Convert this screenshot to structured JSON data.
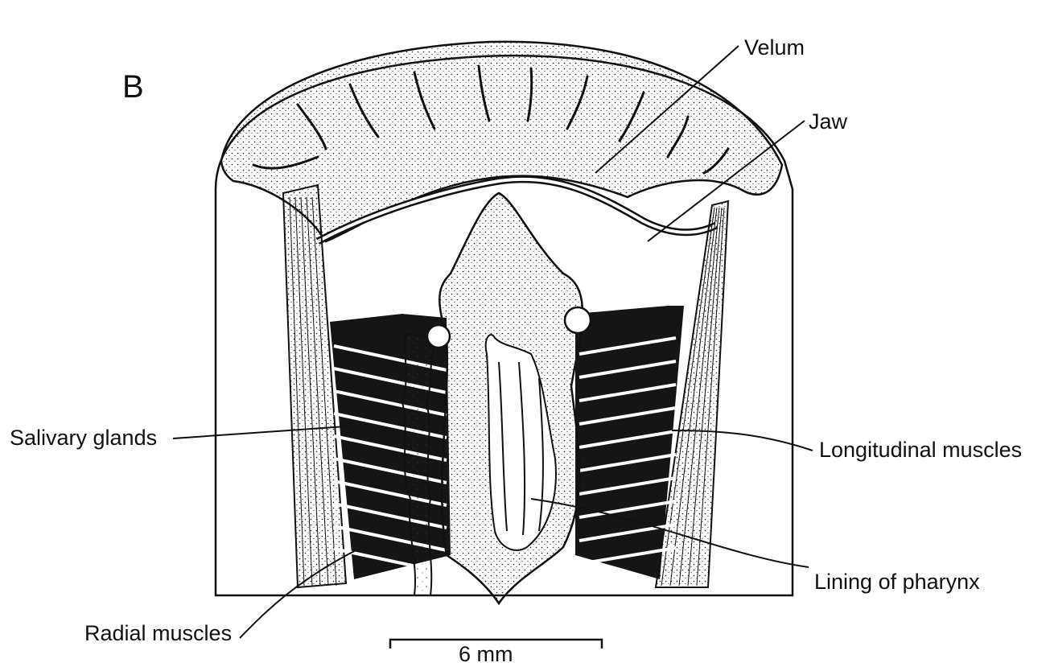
{
  "figure": {
    "panel_letter": "B",
    "labels": {
      "velum": "Velum",
      "jaw": "Jaw",
      "salivary_glands": "Salivary glands",
      "longitudinal_muscles": "Longitudinal muscles",
      "lining_of_pharynx": "Lining of pharynx",
      "radial_muscles": "Radial muscles"
    },
    "scale_bar": {
      "label": "6 mm"
    }
  },
  "colors": {
    "ink": "#111111",
    "paper": "#ffffff",
    "stipple": "#2a2a2a"
  }
}
